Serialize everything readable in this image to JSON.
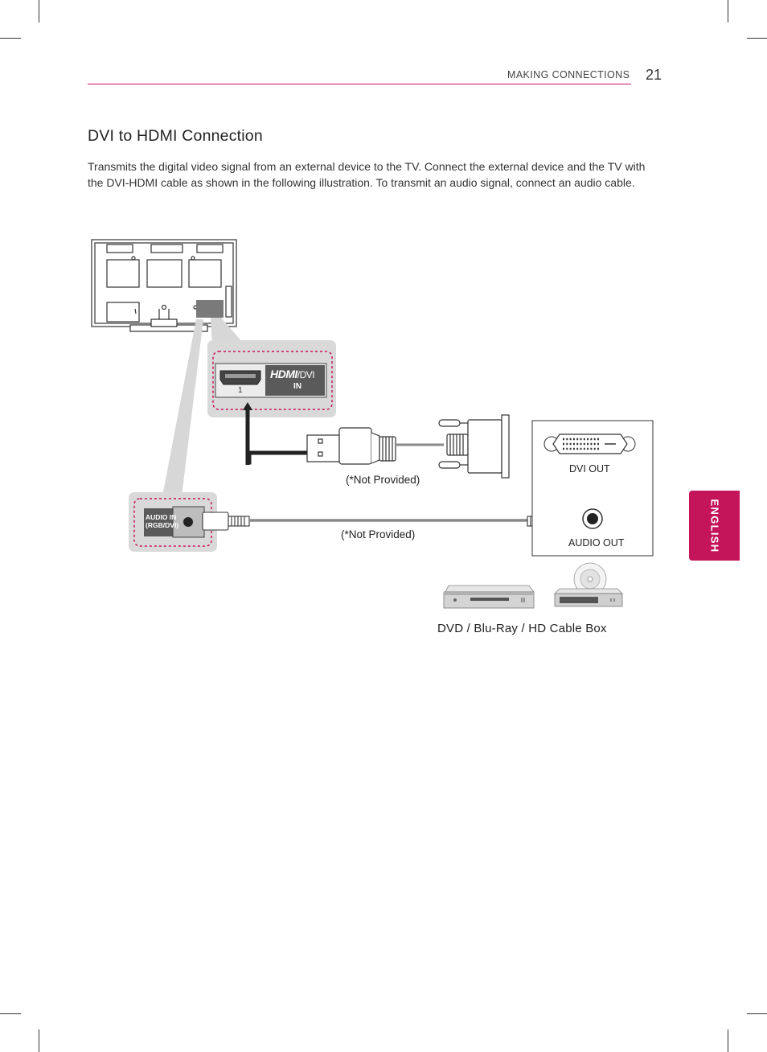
{
  "header": {
    "section": "MAKING CONNECTIONS",
    "page_number": "21"
  },
  "section_title": "DVI to HDMI Connection",
  "intro": "Transmits the digital video signal from an external device to the TV. Connect the external device and the TV with the DVI-HDMI cable as shown in the following illustration. To transmit an audio signal, connect an audio cable.",
  "side_tab": "ENGLISH",
  "diagram": {
    "hdmi_port": {
      "logo": "HDMI",
      "suffix": "/DVI",
      "sub": "IN",
      "port_number": "1"
    },
    "tv_audio_port": {
      "line1": "AUDIO IN",
      "line2": "(RGB/DVI)"
    },
    "hdmi_cable_note": "(*Not Provided)",
    "audio_cable_note": "(*Not Provided)",
    "device_ports": {
      "dvi_out": "DVI OUT",
      "audio_out": "AUDIO OUT"
    },
    "devices_caption": "DVD / Blu-Ray / HD Cable Box"
  },
  "colors": {
    "accent": "#c4145a",
    "panel_gray": "#d9d9d9",
    "cable_gray": "#8a8a8a"
  }
}
